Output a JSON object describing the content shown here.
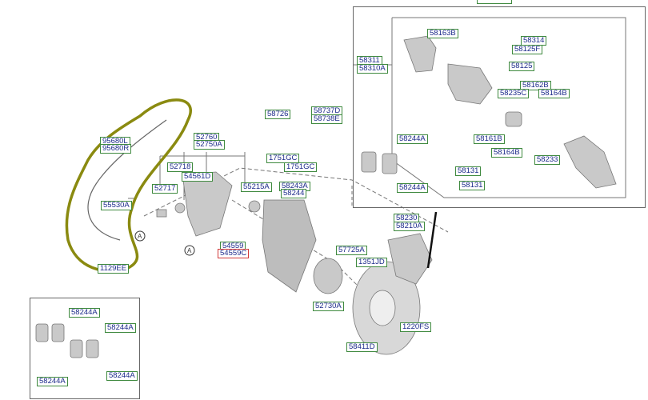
{
  "title": "Rear brake & knuckle parts diagram",
  "colors": {
    "label_border": "#3f8a3f",
    "label_text": "#1c2a8a",
    "highlight": "#d23a3a",
    "annotation": "#8a8a10"
  },
  "callouts": {
    "circle_a": "A"
  },
  "labels": {
    "caliper_top": [
      "58163B",
      "58314",
      "58125F",
      "58311",
      "58310A",
      "58125",
      "58162B",
      "58235C",
      "58164B",
      "58244A",
      "58161B",
      "58164B",
      "58233",
      "58131",
      "58244A",
      "58131"
    ],
    "main": [
      "95680L",
      "95680R",
      "52760",
      "52750A",
      "58726",
      "58737D",
      "58738E",
      "1751GC",
      "1751GC",
      "52718",
      "54561D",
      "52717",
      "55215A",
      "58243A",
      "58244",
      "55530A",
      "54559",
      "54559C",
      "1129EE",
      "58230",
      "58210A",
      "57725A",
      "1351JD",
      "52730A",
      "1220FS",
      "58411D"
    ],
    "pads_box": [
      "58244A",
      "58244A",
      "58244A",
      "58244A"
    ]
  }
}
